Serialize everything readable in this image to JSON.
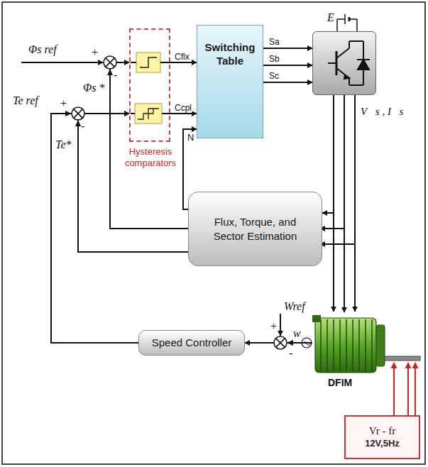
{
  "diagram": {
    "nodes": [
      {
        "text": [
          "Hysteresis comparators"
        ]
      },
      {
        "text": [
          "Switching Table"
        ]
      },
      {
        "text": [
          "E"
        ]
      },
      {
        "text": [
          "Flux, Torque, and Sector Estimation"
        ]
      },
      {
        "text": [
          "Speed Controller"
        ]
      },
      {
        "text": [
          "DFIM"
        ]
      },
      {
        "text": [
          "Vr - fr",
          "12V,5Hz"
        ]
      }
    ],
    "edges": [
      {
        "from": 0,
        "to": 1,
        "label": "Cflx",
        "arrow": "to"
      },
      {
        "from": 0,
        "to": 1,
        "label": "Ccpl",
        "arrow": "to"
      },
      {
        "from": 1,
        "to": 2,
        "label": "Sa",
        "arrow": "to"
      },
      {
        "from": 1,
        "to": 2,
        "label": "Sb",
        "arrow": "to"
      },
      {
        "from": 1,
        "to": 2,
        "label": "Sc",
        "arrow": "to"
      },
      {
        "from": 2,
        "to": 5,
        "label": "V⃗s , I⃗s",
        "arrow": "to"
      },
      {
        "from": 2,
        "to": 3,
        "arrow": "to"
      },
      {
        "from": 3,
        "to": 1,
        "label": "N",
        "arrow": "to"
      },
      {
        "from": 3,
        "to": 0,
        "arrow": "to"
      },
      {
        "from": 3,
        "to": 0,
        "arrow": "to"
      },
      {
        "from": 5,
        "to": 4,
        "arrow": "to"
      },
      {
        "from": 4,
        "to": 0,
        "arrow": "to"
      },
      {
        "from": 6,
        "to": 5,
        "arrow": "to"
      }
    ],
    "labels": [
      "Φs ref",
      "+",
      "Te ref",
      "+",
      "Φs *",
      "-",
      "Te*",
      "-",
      "Wref",
      "+",
      "-",
      "w"
    ]
  }
}
